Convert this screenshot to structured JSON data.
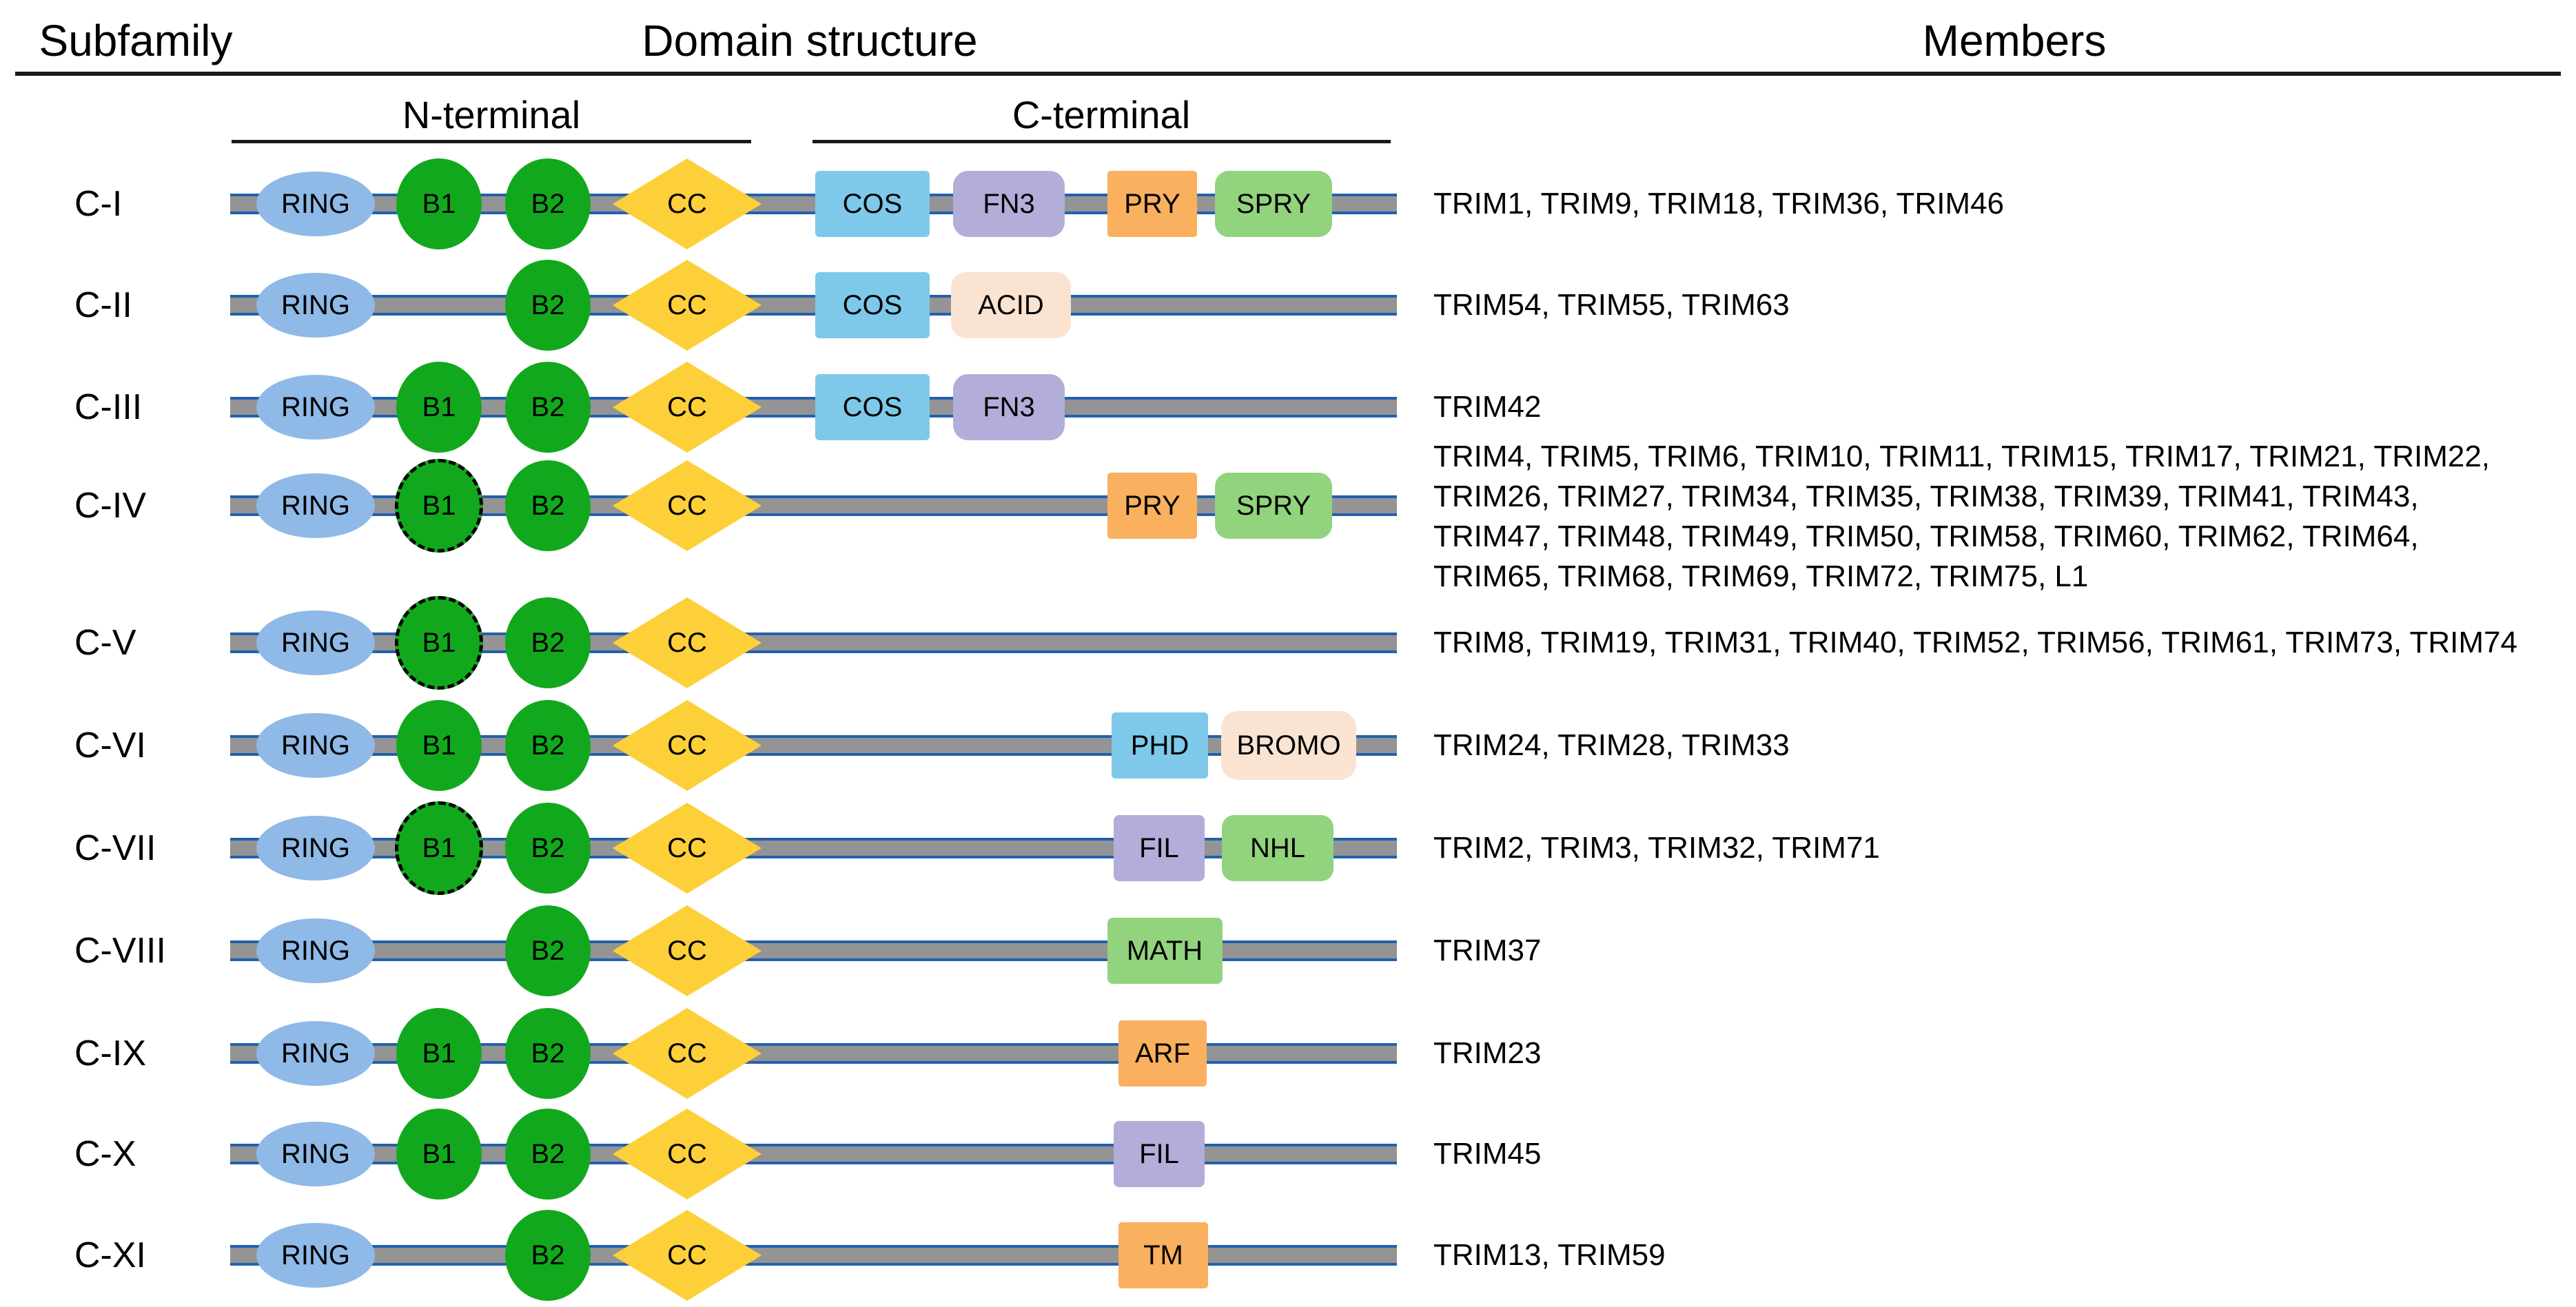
{
  "header": {
    "subfamily": "Subfamily",
    "domain_structure": "Domain structure",
    "members": "Members",
    "n_terminal": "N-terminal",
    "c_terminal": "C-terminal"
  },
  "colors": {
    "ring_blue": "#8fb9e6",
    "bbox_green": "#12a81d",
    "cc_yellow": "#fdd039",
    "cos_blue": "#7ec9e9",
    "fn3_lavender": "#b3add9",
    "pry_orange": "#f9b05f",
    "spry_green": "#92d37e",
    "acid_peach": "#fae3d1",
    "bar_gray": "#949494",
    "bar_border_blue": "#2161ae"
  },
  "rows": [
    {
      "label": "C-I",
      "members": "TRIM1, TRIM9, TRIM18, TRIM36, TRIM46",
      "domains": [
        {
          "label": "RING",
          "kind": "ring"
        },
        {
          "label": "B1",
          "kind": "b1"
        },
        {
          "label": "B2",
          "kind": "b2"
        },
        {
          "label": "CC",
          "kind": "cc"
        },
        {
          "label": "COS",
          "kind": "cos"
        },
        {
          "label": "FN3",
          "kind": "fn3"
        },
        {
          "label": "PRY",
          "kind": "pry"
        },
        {
          "label": "SPRY",
          "kind": "spry"
        }
      ]
    },
    {
      "label": "C-II",
      "members": "TRIM54, TRIM55, TRIM63",
      "domains": [
        {
          "label": "RING",
          "kind": "ring"
        },
        {
          "label": "B2",
          "kind": "b2"
        },
        {
          "label": "CC",
          "kind": "cc"
        },
        {
          "label": "COS",
          "kind": "cos"
        },
        {
          "label": "ACID",
          "kind": "acid"
        }
      ]
    },
    {
      "label": "C-III",
      "members": "TRIM42",
      "domains": [
        {
          "label": "RING",
          "kind": "ring"
        },
        {
          "label": "B1",
          "kind": "b1"
        },
        {
          "label": "B2",
          "kind": "b2"
        },
        {
          "label": "CC",
          "kind": "cc"
        },
        {
          "label": "COS",
          "kind": "cos"
        },
        {
          "label": "FN3",
          "kind": "fn3"
        }
      ]
    },
    {
      "label": "C-IV",
      "members": "TRIM4, TRIM5, TRIM6, TRIM10, TRIM11, TRIM15, TRIM17, TRIM21, TRIM22,\nTRIM26, TRIM27, TRIM34, TRIM35, TRIM38, TRIM39, TRIM41, TRIM43,\nTRIM47, TRIM48, TRIM49, TRIM50, TRIM58, TRIM60, TRIM62, TRIM64,\nTRIM65, TRIM68, TRIM69, TRIM72, TRIM75, L1",
      "domains": [
        {
          "label": "RING",
          "kind": "ring"
        },
        {
          "label": "B1",
          "kind": "b1_dashed"
        },
        {
          "label": "B2",
          "kind": "b2"
        },
        {
          "label": "CC",
          "kind": "cc"
        },
        {
          "label": "PRY",
          "kind": "pry"
        },
        {
          "label": "SPRY",
          "kind": "spry"
        }
      ]
    },
    {
      "label": "C-V",
      "members": "TRIM8, TRIM19, TRIM31, TRIM40, TRIM52, TRIM56, TRIM61, TRIM73, TRIM74",
      "domains": [
        {
          "label": "RING",
          "kind": "ring"
        },
        {
          "label": "B1",
          "kind": "b1_dashed"
        },
        {
          "label": "B2",
          "kind": "b2"
        },
        {
          "label": "CC",
          "kind": "cc"
        }
      ]
    },
    {
      "label": "C-VI",
      "members": "TRIM24, TRIM28, TRIM33",
      "domains": [
        {
          "label": "RING",
          "kind": "ring"
        },
        {
          "label": "B1",
          "kind": "b1"
        },
        {
          "label": "B2",
          "kind": "b2"
        },
        {
          "label": "CC",
          "kind": "cc"
        },
        {
          "label": "PHD",
          "kind": "phd"
        },
        {
          "label": "BROMO",
          "kind": "bromo"
        }
      ]
    },
    {
      "label": "C-VII",
      "members": "TRIM2, TRIM3, TRIM32, TRIM71",
      "domains": [
        {
          "label": "RING",
          "kind": "ring"
        },
        {
          "label": "B1",
          "kind": "b1_dashed"
        },
        {
          "label": "B2",
          "kind": "b2"
        },
        {
          "label": "CC",
          "kind": "cc"
        },
        {
          "label": "FIL",
          "kind": "fil"
        },
        {
          "label": "NHL",
          "kind": "nhl"
        }
      ]
    },
    {
      "label": "C-VIII",
      "members": "TRIM37",
      "domains": [
        {
          "label": "RING",
          "kind": "ring"
        },
        {
          "label": "B2",
          "kind": "b2"
        },
        {
          "label": "CC",
          "kind": "cc"
        },
        {
          "label": "MATH",
          "kind": "math"
        }
      ]
    },
    {
      "label": "C-IX",
      "members": "TRIM23",
      "domains": [
        {
          "label": "RING",
          "kind": "ring"
        },
        {
          "label": "B1",
          "kind": "b1"
        },
        {
          "label": "B2",
          "kind": "b2"
        },
        {
          "label": "CC",
          "kind": "cc"
        },
        {
          "label": "ARF",
          "kind": "arf"
        }
      ]
    },
    {
      "label": "C-X",
      "members": "TRIM45",
      "domains": [
        {
          "label": "RING",
          "kind": "ring"
        },
        {
          "label": "B1",
          "kind": "b1"
        },
        {
          "label": "B2",
          "kind": "b2"
        },
        {
          "label": "CC",
          "kind": "cc"
        },
        {
          "label": "FIL",
          "kind": "fil"
        }
      ]
    },
    {
      "label": "C-XI",
      "members": "TRIM13, TRIM59",
      "domains": [
        {
          "label": "RING",
          "kind": "ring"
        },
        {
          "label": "B2",
          "kind": "b2"
        },
        {
          "label": "CC",
          "kind": "cc"
        },
        {
          "label": "TM",
          "kind": "tm"
        }
      ]
    }
  ]
}
